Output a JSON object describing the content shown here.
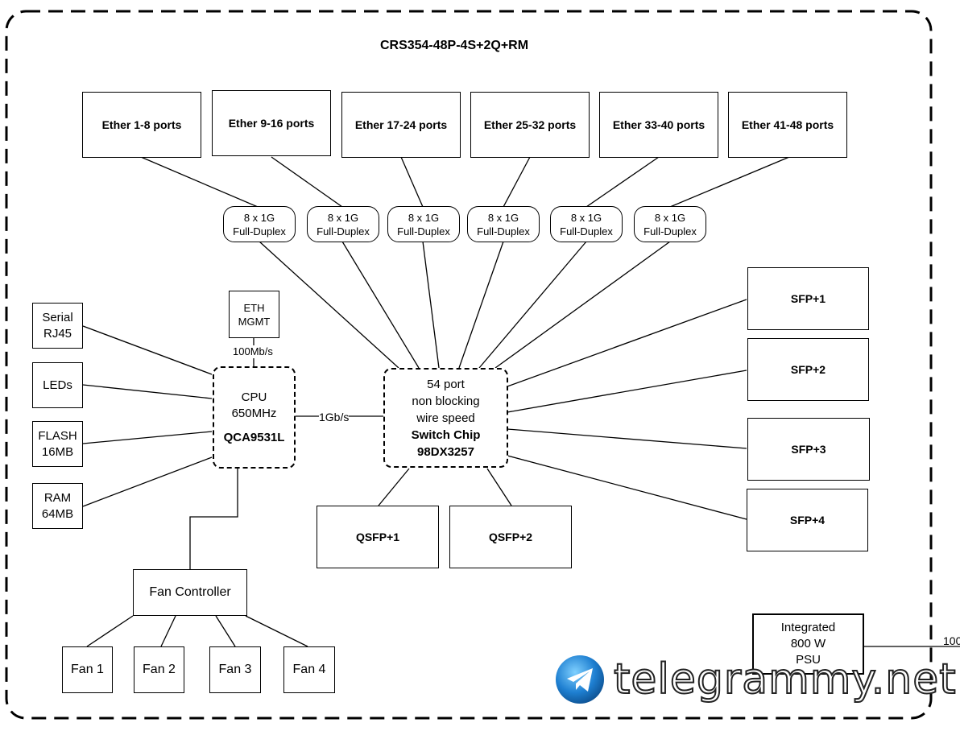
{
  "title": "CRS354-48P-4S+2Q+RM",
  "ether_ports": [
    "Ether 1-8 ports",
    "Ether 9-16 ports",
    "Ether 17-24 ports",
    "Ether 25-32 ports",
    "Ether 33-40 ports",
    "Ether 41-48 ports"
  ],
  "duplex": {
    "line1": "8 x 1G",
    "line2": "Full-Duplex"
  },
  "left_components": {
    "serial": [
      "Serial",
      "RJ45"
    ],
    "leds": "LEDs",
    "flash": [
      "FLASH",
      "16MB"
    ],
    "ram": [
      "RAM",
      "64MB"
    ]
  },
  "eth_mgmt": {
    "line1": "ETH",
    "line2": "MGMT",
    "speed": "100Mb/s"
  },
  "cpu": {
    "line1": "CPU",
    "line2": "650MHz",
    "model": "QCA9531L"
  },
  "cpu_link": "1Gb/s",
  "switch": {
    "line1": "54 port",
    "line2": "non blocking",
    "line3": "wire speed",
    "line4": "Switch Chip",
    "model": "98DX3257"
  },
  "sfp": [
    "SFP+1",
    "SFP+2",
    "SFP+3",
    "SFP+4"
  ],
  "qsfp": [
    "QSFP+1",
    "QSFP+2"
  ],
  "fan_controller": "Fan Controller",
  "fans": [
    "Fan 1",
    "Fan 2",
    "Fan 3",
    "Fan 4"
  ],
  "psu": {
    "line1": "Integrated",
    "line2": "800 W",
    "line3": "PSU",
    "cut_label": "100"
  },
  "watermark": {
    "text": "telegrammy.net",
    "icon": "telegram-paper-plane-icon"
  }
}
